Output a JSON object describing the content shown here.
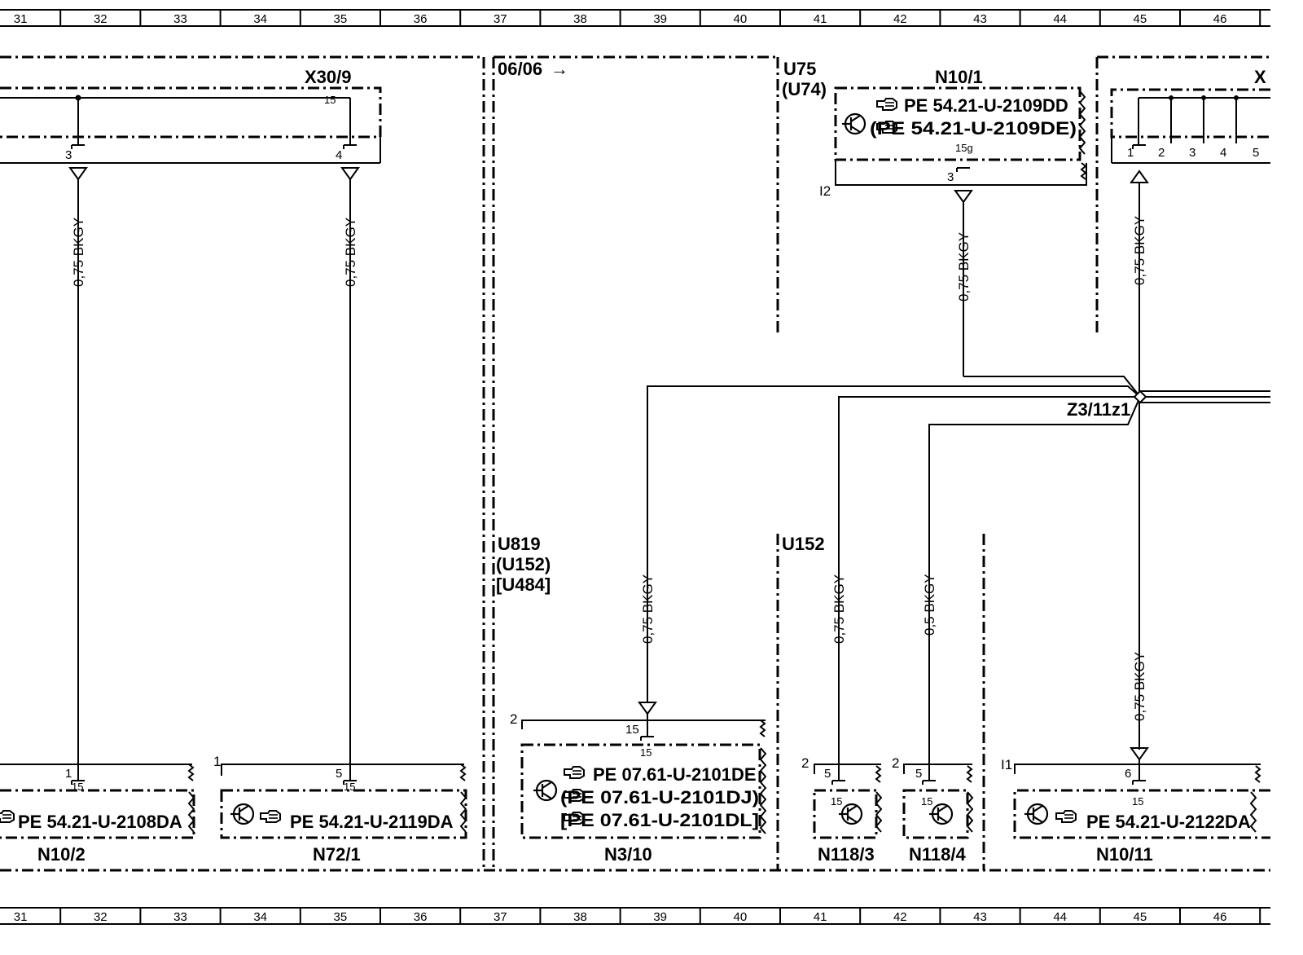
{
  "ruler": {
    "columns": [
      "31",
      "32",
      "33",
      "34",
      "35",
      "36",
      "37",
      "38",
      "39",
      "40",
      "41",
      "42",
      "43",
      "44",
      "45",
      "46"
    ]
  },
  "sections": {
    "ref_0606": "06/06",
    "u75": "U75",
    "u74": "(U74)",
    "u819": "U819",
    "u152_paren": "(U152)",
    "u484": "[U484]",
    "u152": "U152"
  },
  "connectors": {
    "x30_9": "X30/9",
    "x_partial": "X",
    "z3_11z1": "Z3/11z1"
  },
  "components": {
    "n10_1": {
      "name": "N10/1",
      "refs": [
        "PE  54.21-U-2109DD",
        "(PE  54.21-U-2109DE)"
      ],
      "pin_top": "15g",
      "pin": "3",
      "side": "I2"
    },
    "n10_2": {
      "name": "N10/2",
      "ref": "PE  54.21-U-2108DA",
      "pin_top": "1",
      "pin_in": "15"
    },
    "n72_1": {
      "name": "N72/1",
      "ref": "PE  54.21-U-2119DA",
      "pin_top": "5",
      "pin_in": "15",
      "side": "1"
    },
    "n3_10": {
      "name": "N3/10",
      "refs": [
        "PE  07.61-U-2101DE",
        "(PE  07.61-U-2101DJ)",
        "[PE  07.61-U-2101DL]"
      ],
      "pin_top": "15",
      "pin_in": "15",
      "side": "2"
    },
    "n118_3": {
      "name": "N118/3",
      "pin_top": "5",
      "pin_in": "15",
      "side": "2"
    },
    "n118_4": {
      "name": "N118/4",
      "pin_top": "5",
      "pin_in": "15",
      "side": "2"
    },
    "n10_11": {
      "name": "N10/11",
      "ref": "PE  54.21-U-2122DA",
      "pin_top": "6",
      "pin_in": "15",
      "side": "I1"
    }
  },
  "pins": {
    "x30_a": "3",
    "x30_b": "4",
    "x30_top": "15",
    "x_1": "1",
    "x_2": "2",
    "x_3": "3",
    "x_4": "4",
    "x_5": "5"
  },
  "wires": {
    "w1": "0,75  BKGY",
    "w2": "0,75  BKGY",
    "w3": "0,75  BKGY",
    "w4": "0,75  BKGY",
    "w5": "0,75  BKGY",
    "w6": "0,75  BKGY",
    "w7": "0,5  BKGY",
    "w8": "0,75  BKGY"
  },
  "colors": {
    "ink": "#000000",
    "paper": "#ffffff"
  }
}
